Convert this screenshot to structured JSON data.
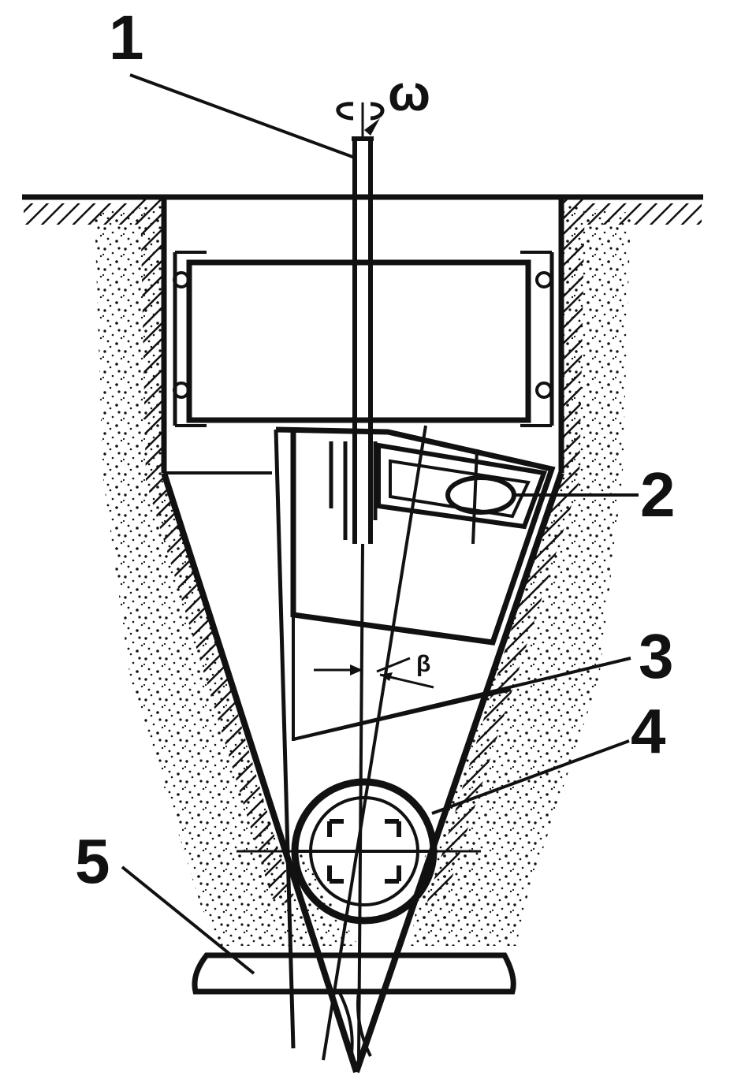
{
  "figure": {
    "labels": {
      "shaft": "1",
      "eccentric_vibrator": "2",
      "angle_line": "3",
      "pipe": "4",
      "base_plate": "5"
    },
    "rotation_symbol": "ω",
    "angle_symbol": "β"
  }
}
